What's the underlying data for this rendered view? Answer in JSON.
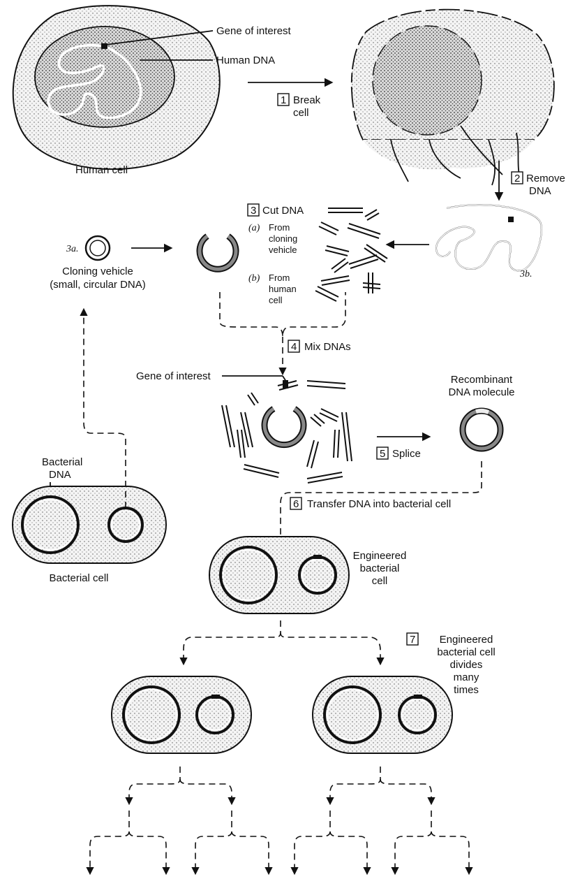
{
  "labels": {
    "gene_of_interest_top": "Gene of interest",
    "human_dna": "Human DNA",
    "human_cell": "Human cell",
    "gene_of_interest_mid": "Gene of interest",
    "recombinant_l1": "Recombinant",
    "recombinant_l2": "DNA molecule",
    "bacterial_dna_l1": "Bacterial",
    "bacterial_dna_l2": "DNA",
    "bacterial_cell": "Bacterial cell",
    "engineered_l1": "Engineered",
    "engineered_l2": "bacterial",
    "engineered_l3": "cell",
    "vehicle_l1": "Cloning vehicle",
    "vehicle_l2": "(small, circular DNA)",
    "label_3a": "3a.",
    "label_3b": "3b."
  },
  "steps": {
    "s1": {
      "num": "1",
      "l1": "Break",
      "l2": "cell"
    },
    "s2": {
      "num": "2",
      "l1": "Remove",
      "l2": "DNA"
    },
    "s3": {
      "num": "3",
      "l1": "Cut DNA"
    },
    "s3a": {
      "letter": "(a)",
      "l1": "From",
      "l2": "cloning",
      "l3": "vehicle"
    },
    "s3b": {
      "letter": "(b)",
      "l1": "From",
      "l2": "human",
      "l3": "cell"
    },
    "s4": {
      "num": "4",
      "l1": "Mix DNAs"
    },
    "s5": {
      "num": "5",
      "l1": "Splice"
    },
    "s6": {
      "num": "6",
      "l1": "Transfer DNA into bacterial cell"
    },
    "s7": {
      "num": "7",
      "l1": "Engineered",
      "l2": "bacterial cell",
      "l3": "divides",
      "l4": "many",
      "l5": "times"
    }
  }
}
